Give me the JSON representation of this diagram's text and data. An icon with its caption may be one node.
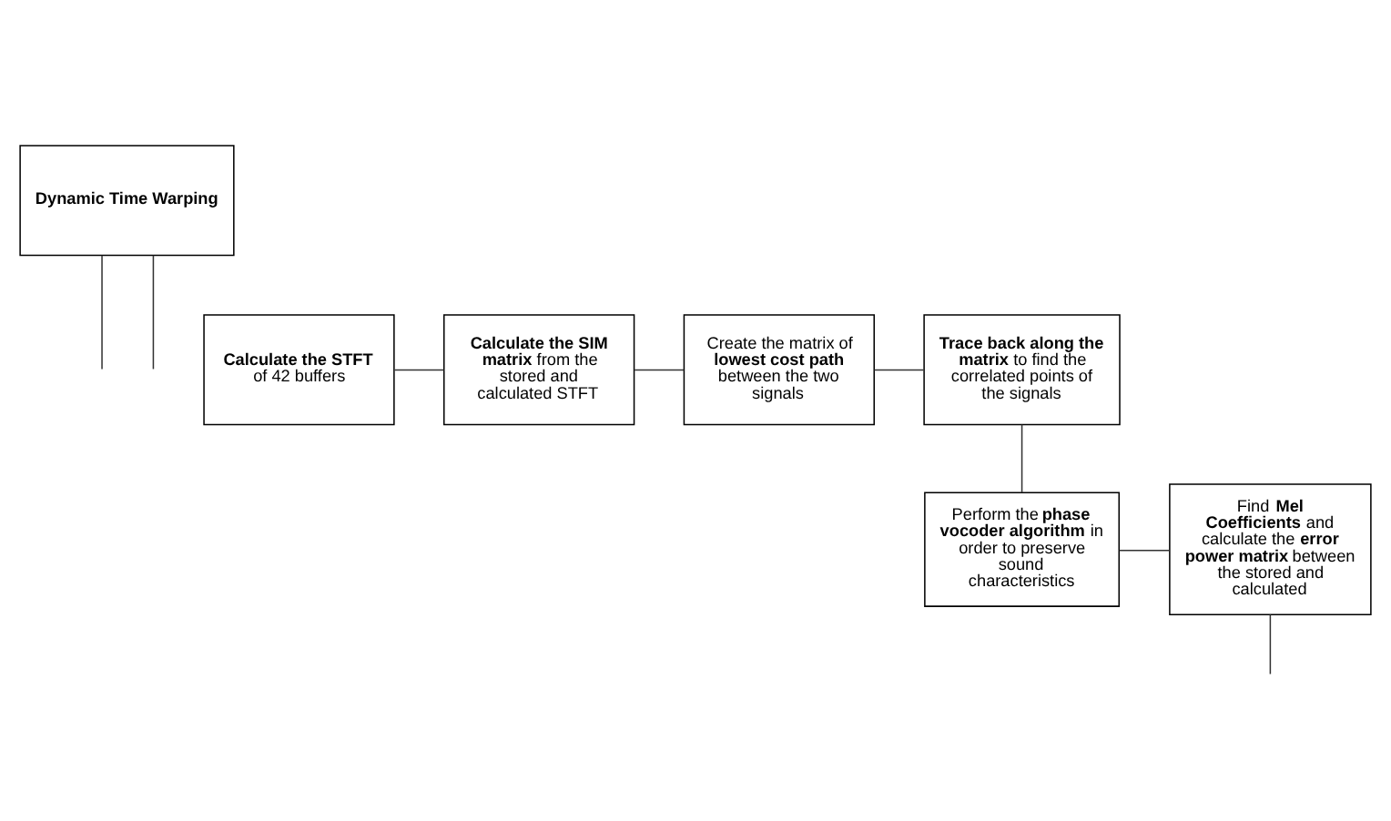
{
  "diagram": {
    "nodes": [
      {
        "text": [
          "**Dynamic Time Warping**"
        ]
      },
      {
        "text": [
          "**Calculate the STFT** of 42 buffers"
        ]
      },
      {
        "text": [
          "**Calculate the SIM matrix** from the stored and calculated STFT"
        ]
      },
      {
        "text": [
          "Create the matrix of **lowest cost path** between the two signals"
        ]
      },
      {
        "text": [
          "**Trace back along the matrix** to find the correlated points of the signals"
        ]
      },
      {
        "text": [
          "Perform the **phase vocoder algorithm** in order to preserve sound characteristics"
        ]
      },
      {
        "text": [
          "Find **Mel Coefficients** and calculate the **error power matrix** between the stored and calculated"
        ]
      }
    ],
    "edges": [
      {
        "from": 0,
        "to": null,
        "arrow": "none"
      },
      {
        "from": 0,
        "to": null,
        "arrow": "none"
      },
      {
        "from": 1,
        "to": 2,
        "arrow": "none"
      },
      {
        "from": 2,
        "to": 3,
        "arrow": "none"
      },
      {
        "from": 3,
        "to": 4,
        "arrow": "none"
      },
      {
        "from": 4,
        "to": 5,
        "arrow": "none"
      },
      {
        "from": 5,
        "to": 6,
        "arrow": "none"
      },
      {
        "from": 6,
        "to": null,
        "arrow": "none"
      }
    ]
  }
}
